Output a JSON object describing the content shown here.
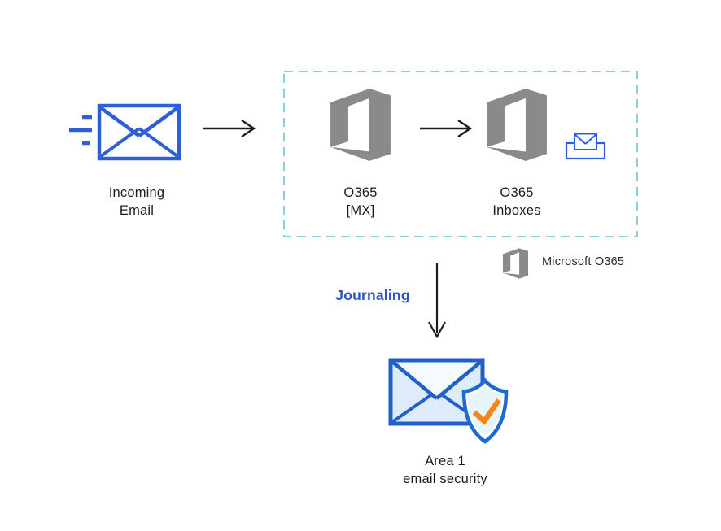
{
  "diagram": {
    "nodes": {
      "incoming_email": {
        "line1": "Incoming",
        "line2": "Email"
      },
      "o365_mx": {
        "line1": "O365",
        "line2": "[MX]"
      },
      "o365_inboxes": {
        "line1": "O365",
        "line2": "Inboxes"
      },
      "area1": {
        "line1": "Area 1",
        "line2": "email security"
      }
    },
    "flow_label": "Journaling",
    "legend_label": "Microsoft O365",
    "colors": {
      "envelope_blue": "#2D5FD7",
      "office_gray": "#8A8A8A",
      "dashed_box_teal": "#89D1D9",
      "journaling_blue": "#2B55C4",
      "area1_envelope_blue": "#2160C9",
      "area1_shield_blue": "#1A6BD3",
      "area1_light_fill": "#DDECF8",
      "check_orange": "#F28718",
      "arrow_black": "#1C1C1C",
      "text_black": "#1C1C1C"
    }
  }
}
